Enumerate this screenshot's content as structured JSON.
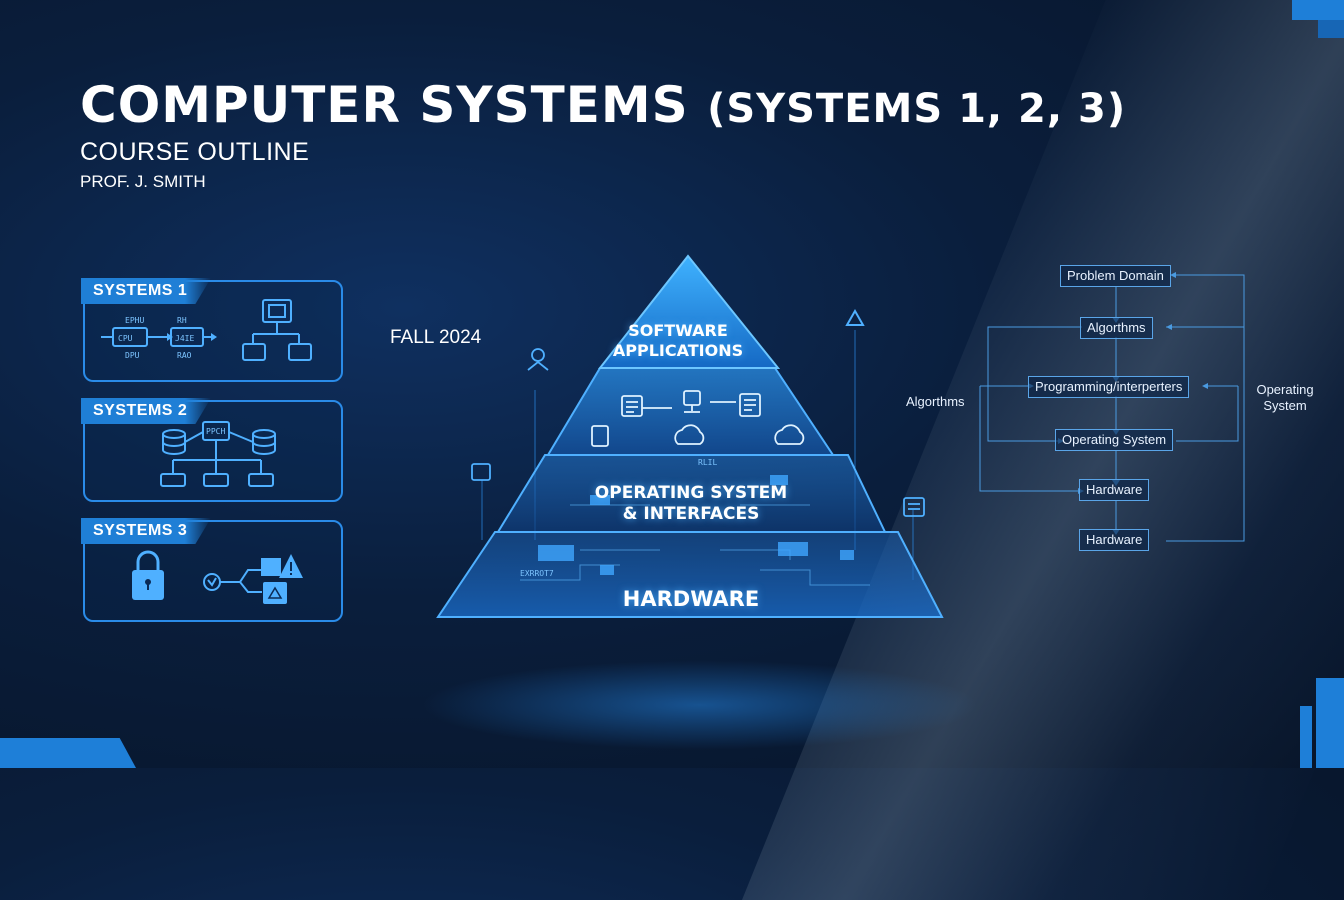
{
  "header": {
    "title_main": "COMPUTER SYSTEMS",
    "title_paren": "(SYSTEMS 1, 2, 3)",
    "subtitle": "COURSE OUTLINE",
    "professor": "PROF. J. SMITH",
    "term": "FALL 2024"
  },
  "systems": [
    {
      "label": "SYSTEMS 1",
      "chip_labels": [
        "EPHU",
        "CPU",
        "DPU",
        "RH",
        "J4IE",
        "RAO"
      ]
    },
    {
      "label": "SYSTEMS 2",
      "chip_labels": [
        "PPCH"
      ]
    },
    {
      "label": "SYSTEMS 3"
    }
  ],
  "pyramid": {
    "levels": [
      "SOFTWARE APPLICATIONS",
      "OPERATING SYSTEM & INTERFACES",
      "HARDWARE"
    ],
    "level_lines": [
      [
        "SOFTWARE",
        "APPLICATIONS"
      ],
      [
        "OPERATING SYSTEM",
        "& INTERFACES"
      ],
      [
        "HARDWARE"
      ]
    ],
    "circuit_text": [
      "EXRROT7",
      "RLIL"
    ]
  },
  "flow": {
    "boxes": [
      "Problem Domain",
      "Algorthms",
      "Programming/interperters",
      "Operating System",
      "Hardware",
      "Hardware"
    ],
    "left_label": "Algorthms",
    "right_label_lines": [
      "Operating",
      "System"
    ]
  },
  "colors": {
    "accent": "#1f7fd6",
    "line": "#2a8be8",
    "background": "#0a1e3c"
  },
  "icons": [
    "cpu-icon",
    "chip-icon",
    "database-icon",
    "server-icon",
    "lock-icon",
    "warning-icon",
    "recycle-icon",
    "cloud-icon",
    "document-icon",
    "monitor-icon",
    "robot-icon"
  ]
}
